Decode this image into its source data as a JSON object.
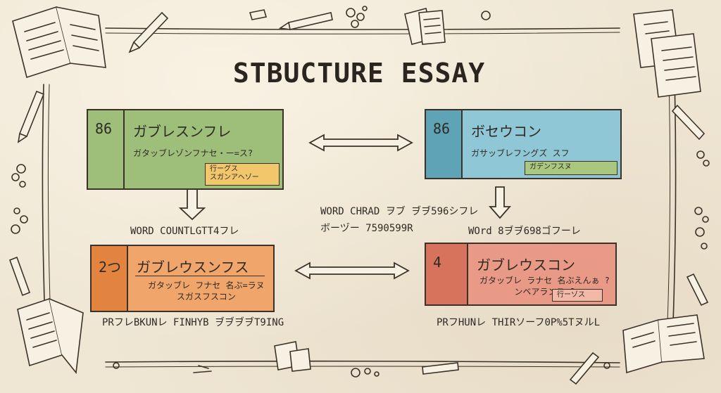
{
  "title": "STBUCTURE ESSAY",
  "cards": {
    "green": {
      "num": "86",
      "heading": "ガブレスンフレ",
      "sub": "ガタッブレゾンフナセ・ー=ス?",
      "tag": "行ーグス\nスガンアヘゾー"
    },
    "blue": {
      "num": "86",
      "heading": "ボセウコン",
      "sub": "ガサッブレフングズ スフ",
      "tag": "ガデンフスヌ"
    },
    "orange": {
      "num": "2つ",
      "heading": "ガブレウスンフス",
      "sub": "ガタッブレ フナセ 名ぶ=ラヌ\nスガスフスコン",
      "tag": ""
    },
    "red": {
      "num": "4",
      "heading": "ガブレウスコン",
      "sub": "ガタッブレ ラナセ 名ぶえんぁ ?\nンベアランス ?",
      "tag": "行ーゾス"
    }
  },
  "labels": {
    "left_mid": "WORD COUNTLGTT4フレ",
    "center_1": "WORD CHRAD ヲブ ヺヺ596シフレ",
    "center_2": "ボーヅー 7590599R",
    "right_mid": "WOrd 8ヺヺ698ゴフーレ",
    "bottom_left": "PRフレBKUNレ FINHYB ヺヺヺヺT9ING",
    "bottom_right": "PRフHUNレ THIRソーフ0P%5TヌルL"
  },
  "colors": {
    "green": "#9ebf7a",
    "blue": "#8fc7d6",
    "orange": "#f0a66a",
    "red": "#e89a86"
  }
}
